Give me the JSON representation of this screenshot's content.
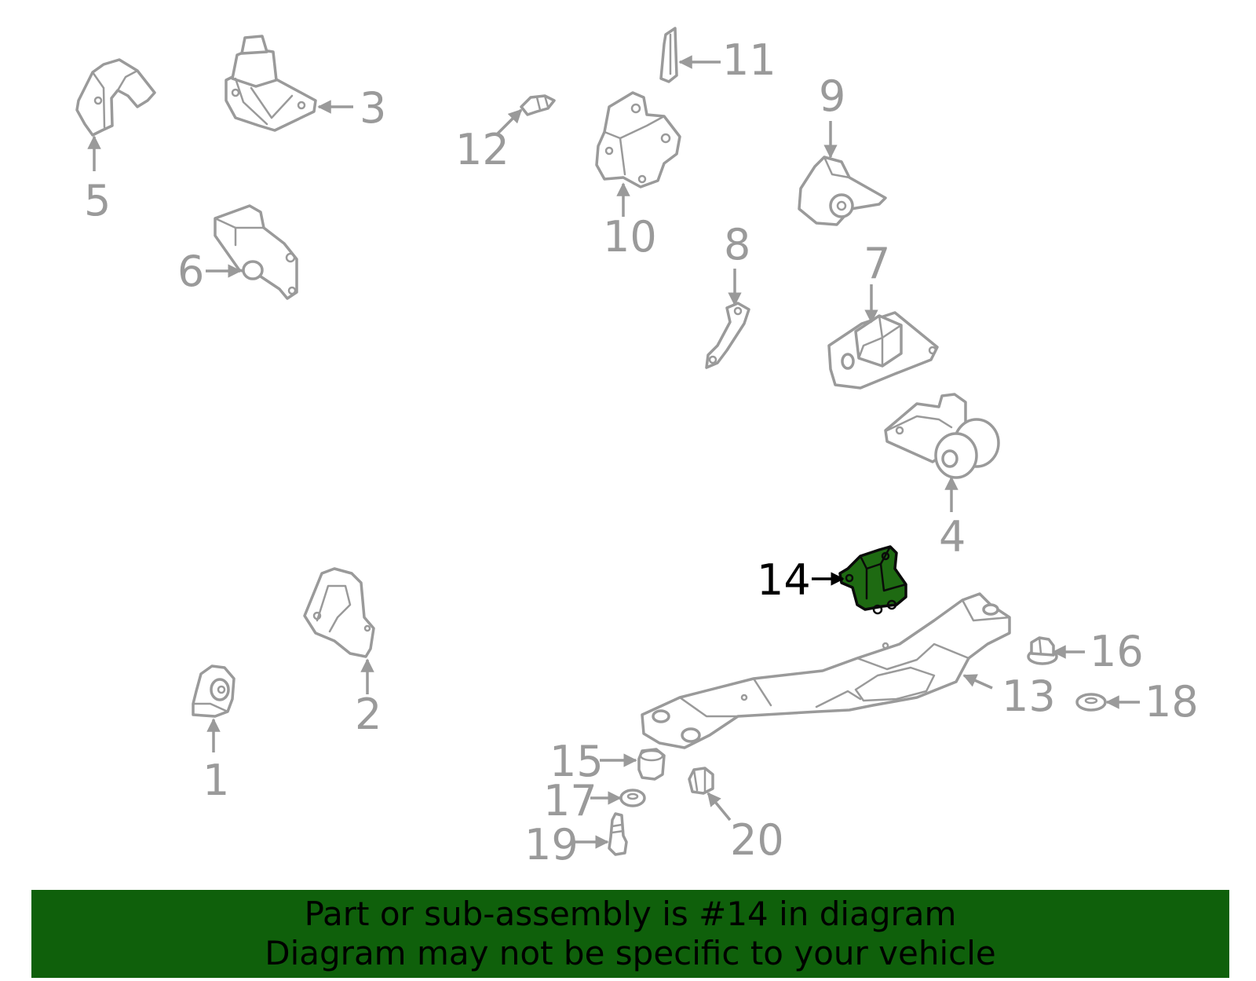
{
  "callouts": {
    "c1": "1",
    "c2": "2",
    "c3": "3",
    "c4": "4",
    "c5": "5",
    "c6": "6",
    "c7": "7",
    "c8": "8",
    "c9": "9",
    "c10": "10",
    "c11": "11",
    "c12": "12",
    "c13": "13",
    "c14": "14",
    "c15": "15",
    "c16": "16",
    "c17": "17",
    "c18": "18",
    "c19": "19",
    "c20": "20"
  },
  "highlighted_part": "14",
  "colors": {
    "highlight": "#1e6a12",
    "banner": "#0f600b",
    "line": "#9a9a9a"
  },
  "banner": {
    "line1": "Part or sub-assembly is #14 in diagram",
    "line2": "Diagram may not be specific to your vehicle"
  }
}
